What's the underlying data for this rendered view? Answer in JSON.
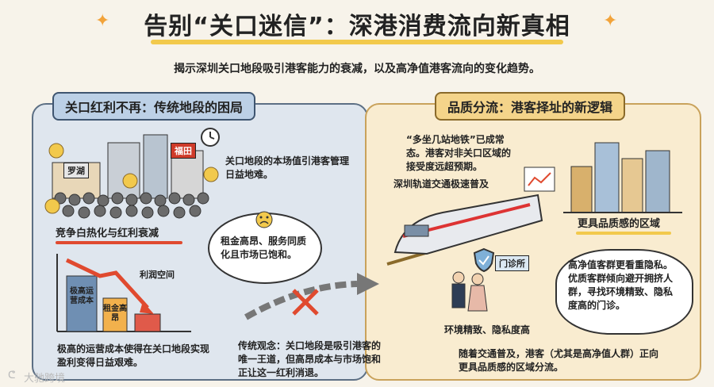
{
  "header": {
    "title": "告别“关口迷信”：深港消费流向新真相",
    "subtitle": "揭示深圳关口地段吸引港客能力的衰减，以及高净值港客流向的变化趋势。"
  },
  "left": {
    "heading": "关口红利不再：传统地段的困局",
    "sign_luohu": "罗湖",
    "sign_futian": "福田",
    "text_top": "关口地段的本场值引港客管理日益地难。",
    "caption_competition": "竞争白热化与红利衰减",
    "bubble_text": "租金高昂、服务同质化且市场已饱和。",
    "bar_ops_label": "极高运营成本",
    "bar_rent_label": "租金高昂",
    "profit_label": "利润空间",
    "bottom_text": "极高的运营成本使得在关口地段实现盈利变得日益艰难。",
    "cross_text": "传统观念：关口地段是吸引港客的唯一王道，但高昂成本与市场饱和正让这一红利消退。"
  },
  "right": {
    "heading": "品质分流：港客择址的新逻辑",
    "text_top": "“多坐几站地铁”已成常态。港客对非关口区域的接受度远超预期。",
    "metro_label": "深圳轨道交通极速普及",
    "quality_area": "更具品质感的区域",
    "clinic_sign": "门诊所",
    "env_caption": "环境精致、隐私度高",
    "bubble_text": "高净值客群更看重隐私。优质客群倾向避开拥挤人群，寻找环境精致、隐私度高的门诊。",
    "bottom_text": "随着交通普及，港客（尤其是高净值人群）正向更具品质感的区域分流。"
  },
  "watermark": "大驰跨境",
  "colors": {
    "accent_red": "#e04a2f",
    "left_bg": "#dfe6ee",
    "right_bg": "#f9ecd0",
    "highlight": "#f2c94c"
  }
}
